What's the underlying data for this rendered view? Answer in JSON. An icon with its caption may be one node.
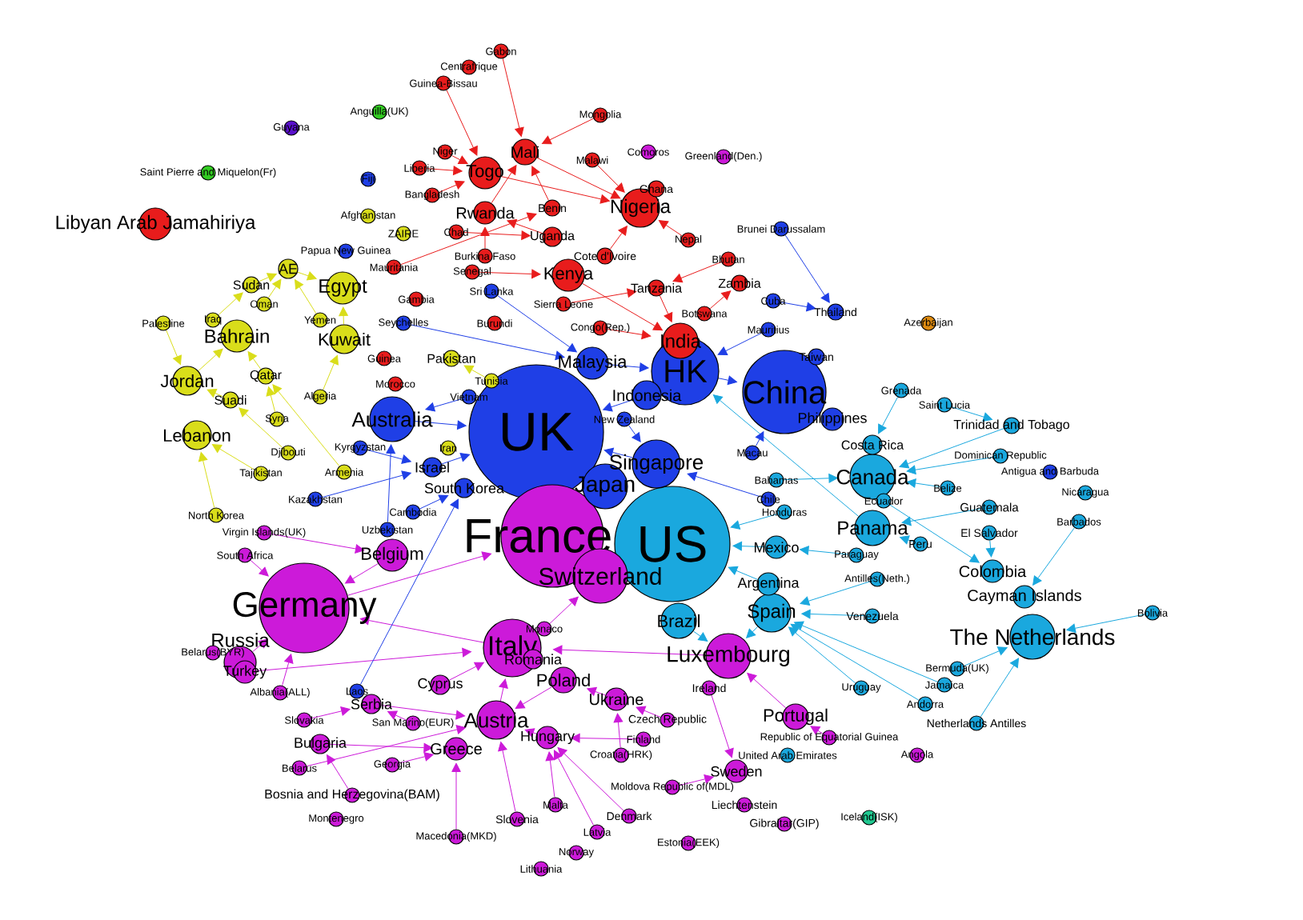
{
  "diagram": {
    "nodes": [
      {
        "text": [
          "UK"
        ]
      },
      {
        "text": [
          "France"
        ]
      },
      {
        "text": [
          "US"
        ]
      },
      {
        "text": [
          "Germany"
        ]
      },
      {
        "text": [
          "Switzerland"
        ]
      },
      {
        "text": [
          "HK"
        ]
      },
      {
        "text": [
          "China"
        ]
      },
      {
        "text": [
          "Japan"
        ]
      },
      {
        "text": [
          "Singapore"
        ]
      },
      {
        "text": [
          "Australia"
        ]
      },
      {
        "text": [
          "Canada"
        ]
      },
      {
        "text": [
          "Panama"
        ]
      },
      {
        "text": [
          "The Netherlands"
        ]
      },
      {
        "text": [
          "Luxembourg"
        ]
      },
      {
        "text": [
          "Spain"
        ]
      },
      {
        "text": [
          "Brazil"
        ]
      },
      {
        "text": [
          "Italy"
        ]
      },
      {
        "text": [
          "Austria"
        ]
      },
      {
        "text": [
          "Russia"
        ]
      },
      {
        "text": [
          "Belgium"
        ]
      },
      {
        "text": [
          "Libyan Arab Jamahiriya"
        ]
      },
      {
        "text": [
          "Nigeria"
        ]
      },
      {
        "text": [
          "India"
        ]
      },
      {
        "text": [
          "Kenya"
        ]
      },
      {
        "text": [
          "Togo"
        ]
      },
      {
        "text": [
          "Mali"
        ]
      },
      {
        "text": [
          "Jordan"
        ]
      },
      {
        "text": [
          "Bahrain"
        ]
      },
      {
        "text": [
          "Lebanon"
        ]
      },
      {
        "text": [
          "Egypt"
        ]
      },
      {
        "text": [
          "Kuwait"
        ]
      },
      {
        "text": [
          "Malaysia"
        ]
      },
      {
        "text": [
          "Indonesia"
        ]
      },
      {
        "text": [
          "Philippines"
        ]
      },
      {
        "text": [
          "Costa Rica"
        ]
      },
      {
        "text": [
          "Poland"
        ]
      },
      {
        "text": [
          "Ukraine"
        ]
      },
      {
        "text": [
          "Portugal"
        ]
      },
      {
        "text": [
          "Mexico"
        ]
      },
      {
        "text": [
          "Argentina"
        ]
      },
      {
        "text": [
          "Cayman Islands"
        ]
      },
      {
        "text": [
          "Colombia"
        ]
      },
      {
        "text": [
          "Greece"
        ]
      },
      {
        "text": [
          "Serbia"
        ]
      },
      {
        "text": [
          "Bulgaria"
        ]
      },
      {
        "text": [
          "Turkey"
        ]
      },
      {
        "text": [
          "Hungary"
        ]
      },
      {
        "text": [
          "Romania"
        ]
      },
      {
        "text": [
          "Sweden"
        ]
      },
      {
        "text": [
          "Cyprus"
        ]
      },
      {
        "text": [
          "Gabon"
        ]
      },
      {
        "text": [
          "Centrafrique"
        ]
      },
      {
        "text": [
          "Guinea-Bissau"
        ]
      },
      {
        "text": [
          "Anguilla(UK)"
        ]
      },
      {
        "text": [
          "Guyana"
        ]
      },
      {
        "text": [
          "Saint Pierre and Miquelon(Fr)"
        ]
      },
      {
        "text": [
          "Fiji"
        ]
      },
      {
        "text": [
          "Liberia"
        ]
      },
      {
        "text": [
          "Niger"
        ]
      },
      {
        "text": [
          "Bangladesh"
        ]
      },
      {
        "text": [
          "Afghanistan"
        ]
      },
      {
        "text": [
          "ZAIRE"
        ]
      },
      {
        "text": [
          "Rwanda"
        ]
      },
      {
        "text": [
          "Chad"
        ]
      },
      {
        "text": [
          "Uganda"
        ]
      },
      {
        "text": [
          "Burkina Faso"
        ]
      },
      {
        "text": [
          "Papua New Guinea"
        ]
      },
      {
        "text": [
          "AE"
        ]
      },
      {
        "text": [
          "Sudan"
        ]
      },
      {
        "text": [
          "Mauritania"
        ]
      },
      {
        "text": [
          "Senegal"
        ]
      },
      {
        "text": [
          "Sri Lanka"
        ]
      },
      {
        "text": [
          "Gambia"
        ]
      },
      {
        "text": [
          "Oman"
        ]
      },
      {
        "text": [
          "Palestine"
        ]
      },
      {
        "text": [
          "Iraq"
        ]
      },
      {
        "text": [
          "Yemen"
        ]
      },
      {
        "text": [
          "Mongolia"
        ]
      },
      {
        "text": [
          "Malawi"
        ]
      },
      {
        "text": [
          "Comoros"
        ]
      },
      {
        "text": [
          "Greenland(Den.)"
        ]
      },
      {
        "text": [
          "Benin"
        ]
      },
      {
        "text": [
          "Ghana"
        ]
      },
      {
        "text": [
          "Nepal"
        ]
      },
      {
        "text": [
          "Bhutan"
        ]
      },
      {
        "text": [
          "Zambia"
        ]
      },
      {
        "text": [
          "Tanzania"
        ]
      },
      {
        "text": [
          "Cote d'Ivoire"
        ]
      },
      {
        "text": [
          "Botswana"
        ]
      },
      {
        "text": [
          "Sierra Leone"
        ]
      },
      {
        "text": [
          "Congo(Rep.)"
        ]
      },
      {
        "text": [
          "Burundi"
        ]
      },
      {
        "text": [
          "Brunei Darussalam"
        ]
      },
      {
        "text": [
          "Cuba"
        ]
      },
      {
        "text": [
          "Mauritius"
        ]
      },
      {
        "text": [
          "Thailand"
        ]
      },
      {
        "text": [
          "Taiwan"
        ]
      },
      {
        "text": [
          "Azerbaijan"
        ]
      },
      {
        "text": [
          "Seychelles"
        ]
      },
      {
        "text": [
          "Vietnam"
        ]
      },
      {
        "text": [
          "Pakistan"
        ]
      },
      {
        "text": [
          "Guinea"
        ]
      },
      {
        "text": [
          "Morocco"
        ]
      },
      {
        "text": [
          "Tunisia"
        ]
      },
      {
        "text": [
          "Qatar"
        ]
      },
      {
        "text": [
          "Suadi"
        ]
      },
      {
        "text": [
          "Algeria"
        ]
      },
      {
        "text": [
          "Syria"
        ]
      },
      {
        "text": [
          "Djibouti"
        ]
      },
      {
        "text": [
          "Kyrgyzstan"
        ]
      },
      {
        "text": [
          "Iran"
        ]
      },
      {
        "text": [
          "Israel"
        ]
      },
      {
        "text": [
          "South Korea"
        ]
      },
      {
        "text": [
          "Tajikistan"
        ]
      },
      {
        "text": [
          "Armenia"
        ]
      },
      {
        "text": [
          "Kazakhstan"
        ]
      },
      {
        "text": [
          "Cambodia"
        ]
      },
      {
        "text": [
          "Uzbekistan"
        ]
      },
      {
        "text": [
          "North Korea"
        ]
      },
      {
        "text": [
          "Virgin Islands(UK)"
        ]
      },
      {
        "text": [
          "South Africa"
        ]
      },
      {
        "text": [
          "Grenada"
        ]
      },
      {
        "text": [
          "Saint Lucia"
        ]
      },
      {
        "text": [
          "Trinidad and Tobago"
        ]
      },
      {
        "text": [
          "Dominican Republic"
        ]
      },
      {
        "text": [
          "Antigua and Barbuda"
        ]
      },
      {
        "text": [
          "Belize"
        ]
      },
      {
        "text": [
          "Nicaragua"
        ]
      },
      {
        "text": [
          "Guatemala"
        ]
      },
      {
        "text": [
          "Barbados"
        ]
      },
      {
        "text": [
          "El Salvador"
        ]
      },
      {
        "text": [
          "Peru"
        ]
      },
      {
        "text": [
          "Bolivia"
        ]
      },
      {
        "text": [
          "Ecuador"
        ]
      },
      {
        "text": [
          "Paraguay"
        ]
      },
      {
        "text": [
          "Antilles(Neth.)"
        ]
      },
      {
        "text": [
          "Venezuela"
        ]
      },
      {
        "text": [
          "Bermuda(UK)"
        ]
      },
      {
        "text": [
          "Jamaica"
        ]
      },
      {
        "text": [
          "Uruguay"
        ]
      },
      {
        "text": [
          "Andorra"
        ]
      },
      {
        "text": [
          "Netherlands Antilles"
        ]
      },
      {
        "text": [
          "Bahamas"
        ]
      },
      {
        "text": [
          "Chile"
        ]
      },
      {
        "text": [
          "Honduras"
        ]
      },
      {
        "text": [
          "New Zealand"
        ]
      },
      {
        "text": [
          "Macau"
        ]
      },
      {
        "text": [
          "Belarus(BYR)"
        ]
      },
      {
        "text": [
          "Albania(ALL)"
        ]
      },
      {
        "text": [
          "Slovakia"
        ]
      },
      {
        "text": [
          "Belarus"
        ]
      },
      {
        "text": [
          "Bosnia and Herzegovina(BAM)"
        ]
      },
      {
        "text": [
          "Montenegro"
        ]
      },
      {
        "text": [
          "Laos"
        ]
      },
      {
        "text": [
          "San Marino(EUR)"
        ]
      },
      {
        "text": [
          "Georgia"
        ]
      },
      {
        "text": [
          "Macedonia(MKD)"
        ]
      },
      {
        "text": [
          "Slovenia"
        ]
      },
      {
        "text": [
          "Malta"
        ]
      },
      {
        "text": [
          "Latvia"
        ]
      },
      {
        "text": [
          "Norway"
        ]
      },
      {
        "text": [
          "Lithuania"
        ]
      },
      {
        "text": [
          "Denmark"
        ]
      },
      {
        "text": [
          "Moldova Republic of(MDL)"
        ]
      },
      {
        "text": [
          "Croatia(HRK)"
        ]
      },
      {
        "text": [
          "Finland"
        ]
      },
      {
        "text": [
          "Czech Republic"
        ]
      },
      {
        "text": [
          "Ireland"
        ]
      },
      {
        "text": [
          "Liechtenstein"
        ]
      },
      {
        "text": [
          "Gibraltar(GIP)"
        ]
      },
      {
        "text": [
          "Estonia(EEK)"
        ]
      },
      {
        "text": [
          "Iceland(ISK)"
        ]
      },
      {
        "text": [
          "Republic of Equatorial Guinea"
        ]
      },
      {
        "text": [
          "United Arab Emirates"
        ]
      },
      {
        "text": [
          "Angola"
        ]
      },
      {
        "text": [
          "Monaco"
        ]
      }
    ],
    "edges": [
      {
        "from": 3,
        "to": 1,
        "arrow": "to",
        "color": "#cc1ad9"
      },
      {
        "from": 5,
        "to": 6,
        "arrow": "to",
        "color": "#1f3fe6"
      },
      {
        "from": 8,
        "to": 0,
        "arrow": "to",
        "color": "#1f3fe6"
      },
      {
        "from": 9,
        "to": 0,
        "arrow": "to",
        "color": "#1f3fe6"
      },
      {
        "from": 11,
        "to": 5,
        "arrow": "to",
        "color": "#1aa8de"
      },
      {
        "from": 13,
        "to": 16,
        "arrow": "to",
        "color": "#cc1ad9"
      },
      {
        "from": 14,
        "to": 13,
        "arrow": "to",
        "color": "#1aa8de"
      },
      {
        "from": 15,
        "to": 13,
        "arrow": "to",
        "color": "#1aa8de"
      },
      {
        "from": 16,
        "to": 3,
        "arrow": "to",
        "color": "#cc1ad9"
      },
      {
        "from": 17,
        "to": 16,
        "arrow": "to",
        "color": "#cc1ad9"
      },
      {
        "from": 18,
        "to": 3,
        "arrow": "to",
        "color": "#cc1ad9"
      },
      {
        "from": 19,
        "to": 3,
        "arrow": "to",
        "color": "#cc1ad9"
      },
      {
        "from": 23,
        "to": 22,
        "arrow": "to",
        "color": "#e81c1c"
      },
      {
        "from": 24,
        "to": 21,
        "arrow": "to",
        "color": "#e81c1c"
      },
      {
        "from": 25,
        "to": 21,
        "arrow": "to",
        "color": "#e81c1c"
      },
      {
        "from": 26,
        "to": 27,
        "arrow": "to",
        "color": "#d9dd1a"
      },
      {
        "from": 30,
        "to": 29,
        "arrow": "to",
        "color": "#d9dd1a"
      },
      {
        "from": 31,
        "to": 5,
        "arrow": "to",
        "color": "#1f3fe6"
      },
      {
        "from": 32,
        "to": 0,
        "arrow": "to",
        "color": "#1f3fe6"
      },
      {
        "from": 35,
        "to": 17,
        "arrow": "to",
        "color": "#cc1ad9"
      },
      {
        "from": 36,
        "to": 35,
        "arrow": "to",
        "color": "#cc1ad9"
      },
      {
        "from": 37,
        "to": 13,
        "arrow": "to",
        "color": "#cc1ad9"
      },
      {
        "from": 38,
        "to": 2,
        "arrow": "to",
        "color": "#1aa8de"
      },
      {
        "from": 39,
        "to": 2,
        "arrow": "to",
        "color": "#1aa8de"
      },
      {
        "from": 43,
        "to": 17,
        "arrow": "to",
        "color": "#cc1ad9"
      },
      {
        "from": 44,
        "to": 42,
        "arrow": "to",
        "color": "#cc1ad9"
      },
      {
        "from": 45,
        "to": 16,
        "arrow": "to",
        "color": "#cc1ad9"
      },
      {
        "from": 46,
        "to": 17,
        "arrow": "to",
        "color": "#cc1ad9"
      },
      {
        "from": 49,
        "to": 16,
        "arrow": "to",
        "color": "#cc1ad9"
      },
      {
        "from": 50,
        "to": 25,
        "arrow": "to",
        "color": "#e81c1c"
      },
      {
        "from": 52,
        "to": 24,
        "arrow": "to",
        "color": "#e81c1c"
      },
      {
        "from": 57,
        "to": 24,
        "arrow": "to",
        "color": "#e81c1c"
      },
      {
        "from": 58,
        "to": 24,
        "arrow": "to",
        "color": "#e81c1c"
      },
      {
        "from": 59,
        "to": 24,
        "arrow": "to",
        "color": "#e81c1c"
      },
      {
        "from": 62,
        "to": 25,
        "arrow": "to",
        "color": "#e81c1c"
      },
      {
        "from": 63,
        "to": 64,
        "arrow": "to",
        "color": "#e81c1c"
      },
      {
        "from": 64,
        "to": 62,
        "arrow": "to",
        "color": "#e81c1c"
      },
      {
        "from": 65,
        "to": 62,
        "arrow": "to",
        "color": "#e81c1c"
      },
      {
        "from": 67,
        "to": 29,
        "arrow": "to",
        "color": "#d9dd1a"
      },
      {
        "from": 68,
        "to": 67,
        "arrow": "to",
        "color": "#d9dd1a"
      },
      {
        "from": 69,
        "to": 81,
        "arrow": "to",
        "color": "#e81c1c"
      },
      {
        "from": 70,
        "to": 23,
        "arrow": "to",
        "color": "#e81c1c"
      },
      {
        "from": 71,
        "to": 31,
        "arrow": "to",
        "color": "#1f3fe6"
      },
      {
        "from": 73,
        "to": 67,
        "arrow": "to",
        "color": "#d9dd1a"
      },
      {
        "from": 74,
        "to": 26,
        "arrow": "to",
        "color": "#d9dd1a"
      },
      {
        "from": 75,
        "to": 68,
        "arrow": "to",
        "color": "#d9dd1a"
      },
      {
        "from": 76,
        "to": 67,
        "arrow": "to",
        "color": "#d9dd1a"
      },
      {
        "from": 77,
        "to": 25,
        "arrow": "to",
        "color": "#e81c1c"
      },
      {
        "from": 78,
        "to": 21,
        "arrow": "to",
        "color": "#e81c1c"
      },
      {
        "from": 81,
        "to": 25,
        "arrow": "to",
        "color": "#e81c1c"
      },
      {
        "from": 83,
        "to": 21,
        "arrow": "to",
        "color": "#e81c1c"
      },
      {
        "from": 84,
        "to": 86,
        "arrow": "to",
        "color": "#e81c1c"
      },
      {
        "from": 86,
        "to": 22,
        "arrow": "to",
        "color": "#e81c1c"
      },
      {
        "from": 87,
        "to": 21,
        "arrow": "to",
        "color": "#e81c1c"
      },
      {
        "from": 88,
        "to": 85,
        "arrow": "to",
        "color": "#e81c1c"
      },
      {
        "from": 89,
        "to": 86,
        "arrow": "to",
        "color": "#e81c1c"
      },
      {
        "from": 90,
        "to": 22,
        "arrow": "to",
        "color": "#e81c1c"
      },
      {
        "from": 92,
        "to": 95,
        "arrow": "to",
        "color": "#1f3fe6"
      },
      {
        "from": 93,
        "to": 95,
        "arrow": "to",
        "color": "#1f3fe6"
      },
      {
        "from": 94,
        "to": 5,
        "arrow": "to",
        "color": "#1f3fe6"
      },
      {
        "from": 98,
        "to": 31,
        "arrow": "to",
        "color": "#1f3fe6"
      },
      {
        "from": 99,
        "to": 9,
        "arrow": "to",
        "color": "#1f3fe6"
      },
      {
        "from": 103,
        "to": 100,
        "arrow": "to",
        "color": "#d9dd1a"
      },
      {
        "from": 104,
        "to": 27,
        "arrow": "to",
        "color": "#d9dd1a"
      },
      {
        "from": 105,
        "to": 26,
        "arrow": "to",
        "color": "#d9dd1a"
      },
      {
        "from": 106,
        "to": 30,
        "arrow": "to",
        "color": "#d9dd1a"
      },
      {
        "from": 107,
        "to": 104,
        "arrow": "to",
        "color": "#d9dd1a"
      },
      {
        "from": 108,
        "to": 105,
        "arrow": "to",
        "color": "#d9dd1a"
      },
      {
        "from": 109,
        "to": 111,
        "arrow": "to",
        "color": "#1f3fe6"
      },
      {
        "from": 111,
        "to": 0,
        "arrow": "to",
        "color": "#1f3fe6"
      },
      {
        "from": 113,
        "to": 28,
        "arrow": "to",
        "color": "#d9dd1a"
      },
      {
        "from": 114,
        "to": 104,
        "arrow": "to",
        "color": "#d9dd1a"
      },
      {
        "from": 115,
        "to": 111,
        "arrow": "to",
        "color": "#1f3fe6"
      },
      {
        "from": 116,
        "to": 112,
        "arrow": "to",
        "color": "#1f3fe6"
      },
      {
        "from": 117,
        "to": 9,
        "arrow": "to",
        "color": "#1f3fe6"
      },
      {
        "from": 118,
        "to": 28,
        "arrow": "to",
        "color": "#d9dd1a"
      },
      {
        "from": 119,
        "to": 19,
        "arrow": "to",
        "color": "#cc1ad9"
      },
      {
        "from": 120,
        "to": 3,
        "arrow": "to",
        "color": "#cc1ad9"
      },
      {
        "from": 121,
        "to": 34,
        "arrow": "to",
        "color": "#1aa8de"
      },
      {
        "from": 122,
        "to": 123,
        "arrow": "to",
        "color": "#1aa8de"
      },
      {
        "from": 123,
        "to": 10,
        "arrow": "to",
        "color": "#1aa8de"
      },
      {
        "from": 124,
        "to": 10,
        "arrow": "to",
        "color": "#1aa8de"
      },
      {
        "from": 126,
        "to": 10,
        "arrow": "to",
        "color": "#1aa8de"
      },
      {
        "from": 128,
        "to": 11,
        "arrow": "to",
        "color": "#1aa8de"
      },
      {
        "from": 129,
        "to": 40,
        "arrow": "to",
        "color": "#1aa8de"
      },
      {
        "from": 130,
        "to": 41,
        "arrow": "to",
        "color": "#1aa8de"
      },
      {
        "from": 131,
        "to": 11,
        "arrow": "to",
        "color": "#1aa8de"
      },
      {
        "from": 132,
        "to": 12,
        "arrow": "to",
        "color": "#1aa8de"
      },
      {
        "from": 133,
        "to": 41,
        "arrow": "to",
        "color": "#1aa8de"
      },
      {
        "from": 134,
        "to": 38,
        "arrow": "to",
        "color": "#1aa8de"
      },
      {
        "from": 135,
        "to": 14,
        "arrow": "to",
        "color": "#1aa8de"
      },
      {
        "from": 136,
        "to": 14,
        "arrow": "to",
        "color": "#1aa8de"
      },
      {
        "from": 137,
        "to": 12,
        "arrow": "to",
        "color": "#1aa8de"
      },
      {
        "from": 138,
        "to": 14,
        "arrow": "to",
        "color": "#1aa8de"
      },
      {
        "from": 139,
        "to": 14,
        "arrow": "to",
        "color": "#1aa8de"
      },
      {
        "from": 140,
        "to": 14,
        "arrow": "to",
        "color": "#1aa8de"
      },
      {
        "from": 141,
        "to": 12,
        "arrow": "to",
        "color": "#1aa8de"
      },
      {
        "from": 142,
        "to": 10,
        "arrow": "to",
        "color": "#1aa8de"
      },
      {
        "from": 143,
        "to": 8,
        "arrow": "to",
        "color": "#1f3fe6"
      },
      {
        "from": 144,
        "to": 2,
        "arrow": "to",
        "color": "#1aa8de"
      },
      {
        "from": 145,
        "to": 8,
        "arrow": "to",
        "color": "#1f3fe6"
      },
      {
        "from": 146,
        "to": 6,
        "arrow": "to",
        "color": "#1f3fe6"
      },
      {
        "from": 148,
        "to": 3,
        "arrow": "to",
        "color": "#cc1ad9"
      },
      {
        "from": 149,
        "to": 43,
        "arrow": "to",
        "color": "#cc1ad9"
      },
      {
        "from": 150,
        "to": 17,
        "arrow": "to",
        "color": "#cc1ad9"
      },
      {
        "from": 151,
        "to": 44,
        "arrow": "to",
        "color": "#cc1ad9"
      },
      {
        "from": 153,
        "to": 112,
        "arrow": "to",
        "color": "#1f3fe6"
      },
      {
        "from": 154,
        "to": 43,
        "arrow": "to",
        "color": "#cc1ad9"
      },
      {
        "from": 155,
        "to": 42,
        "arrow": "to",
        "color": "#cc1ad9"
      },
      {
        "from": 156,
        "to": 42,
        "arrow": "to",
        "color": "#cc1ad9"
      },
      {
        "from": 157,
        "to": 17,
        "arrow": "to",
        "color": "#cc1ad9"
      },
      {
        "from": 158,
        "to": 46,
        "arrow": "to",
        "color": "#cc1ad9"
      },
      {
        "from": 159,
        "to": 46,
        "arrow": "to",
        "color": "#cc1ad9"
      },
      {
        "from": 162,
        "to": 46,
        "arrow": "to",
        "color": "#cc1ad9"
      },
      {
        "from": 163,
        "to": 48,
        "arrow": "to",
        "color": "#cc1ad9"
      },
      {
        "from": 164,
        "to": 36,
        "arrow": "to",
        "color": "#cc1ad9"
      },
      {
        "from": 165,
        "to": 46,
        "arrow": "to",
        "color": "#cc1ad9"
      },
      {
        "from": 166,
        "to": 36,
        "arrow": "to",
        "color": "#cc1ad9"
      },
      {
        "from": 167,
        "to": 48,
        "arrow": "to",
        "color": "#cc1ad9"
      },
      {
        "from": 172,
        "to": 37,
        "arrow": "to",
        "color": "#cc1ad9"
      },
      {
        "from": 175,
        "to": 4,
        "arrow": "to",
        "color": "#cc1ad9"
      }
    ]
  }
}
